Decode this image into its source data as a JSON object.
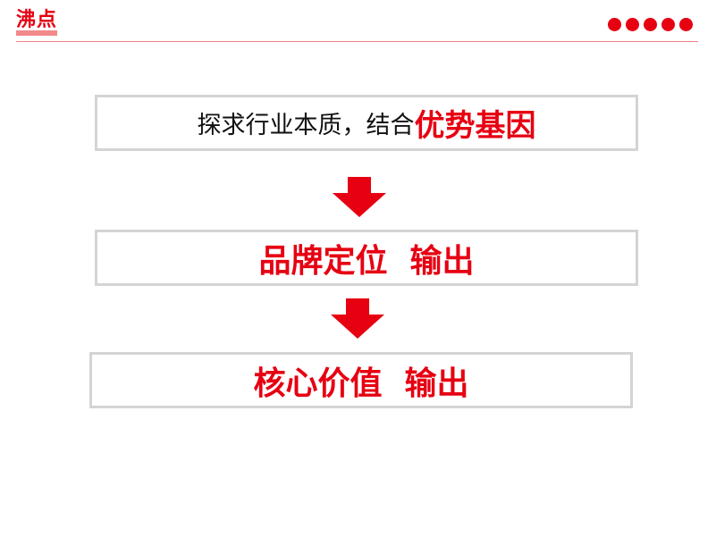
{
  "logo": {
    "text": "沸点"
  },
  "colors": {
    "accent": "#e60012",
    "border": "#d4d4d4"
  },
  "step1": {
    "text_black": "探求行业本质，结合",
    "text_red": "优势基因"
  },
  "step2": {
    "text": "品牌定位  输出"
  },
  "step3": {
    "text": "核心价值  输出"
  }
}
